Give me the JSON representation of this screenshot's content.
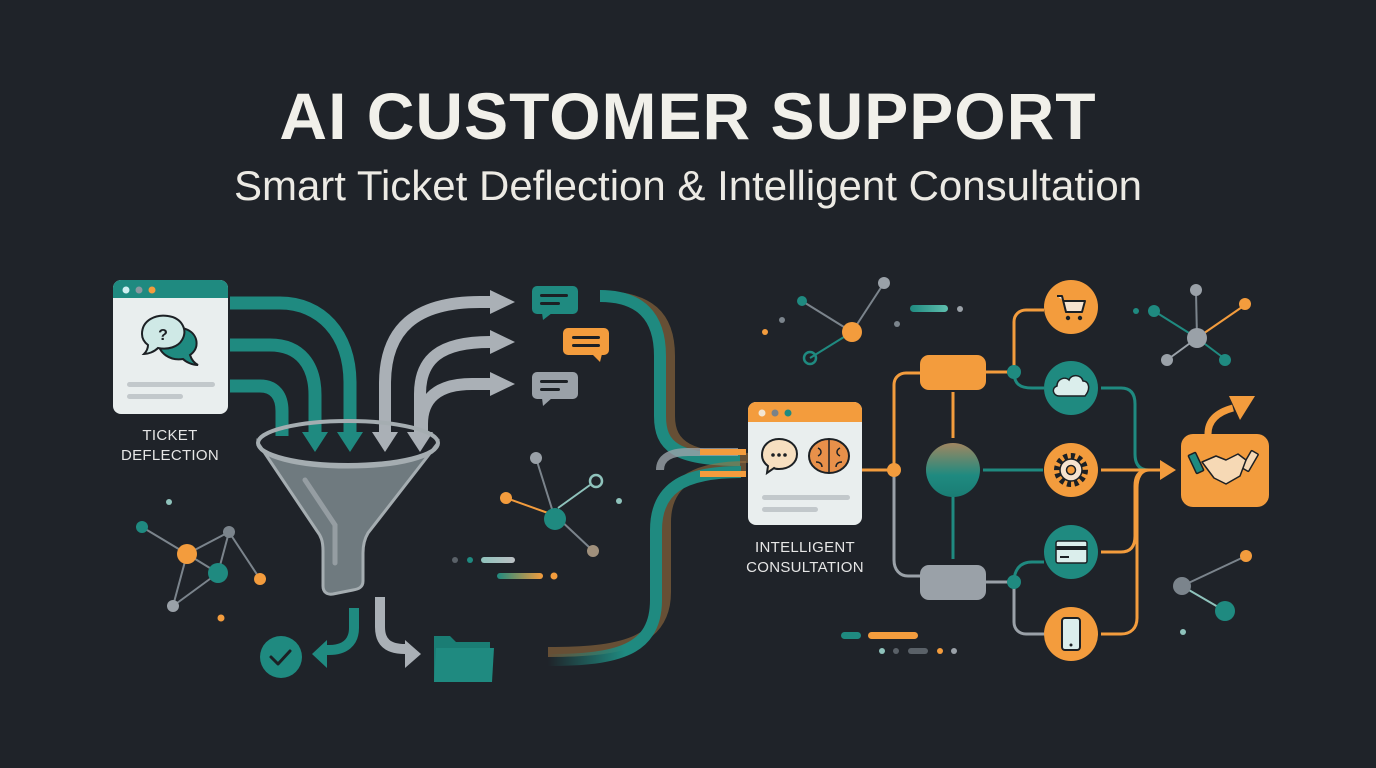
{
  "header": {
    "title": "AI CUSTOMER SUPPORT",
    "subtitle": "Smart Ticket Deflection & Intelligent Consultation"
  },
  "stages": [
    {
      "id": "ticket-deflection",
      "label_line1": "TICKET",
      "label_line2": "DEFLECTION",
      "icon": "question-chat-bubbles-icon"
    },
    {
      "id": "intelligent-consultation",
      "label_line1": "INTELLIGENT",
      "label_line2": "CONSULTATION",
      "icon": "chat-and-brain-icon"
    }
  ],
  "funnel": {
    "inputs": 3,
    "outputs": [
      "teal-chat",
      "orange-chat",
      "gray-chat"
    ],
    "results": [
      "check-icon",
      "folder-icon"
    ]
  },
  "services": [
    {
      "icon": "shopping-cart-icon",
      "color": "#f39c3d"
    },
    {
      "icon": "cloud-icon",
      "color": "#1f8a80"
    },
    {
      "icon": "gear-icon",
      "color": "#f39c3d"
    },
    {
      "icon": "credit-card-icon",
      "color": "#1f8a80"
    },
    {
      "icon": "smartphone-icon",
      "color": "#f39c3d"
    }
  ],
  "outcome": {
    "icon": "handshake-icon",
    "color": "#f39c3d"
  },
  "colors": {
    "background": "#1f2329",
    "teal": "#1f8a80",
    "orange": "#f39c3d",
    "gray": "#9aa1a8",
    "text": "#f1f0ea"
  }
}
